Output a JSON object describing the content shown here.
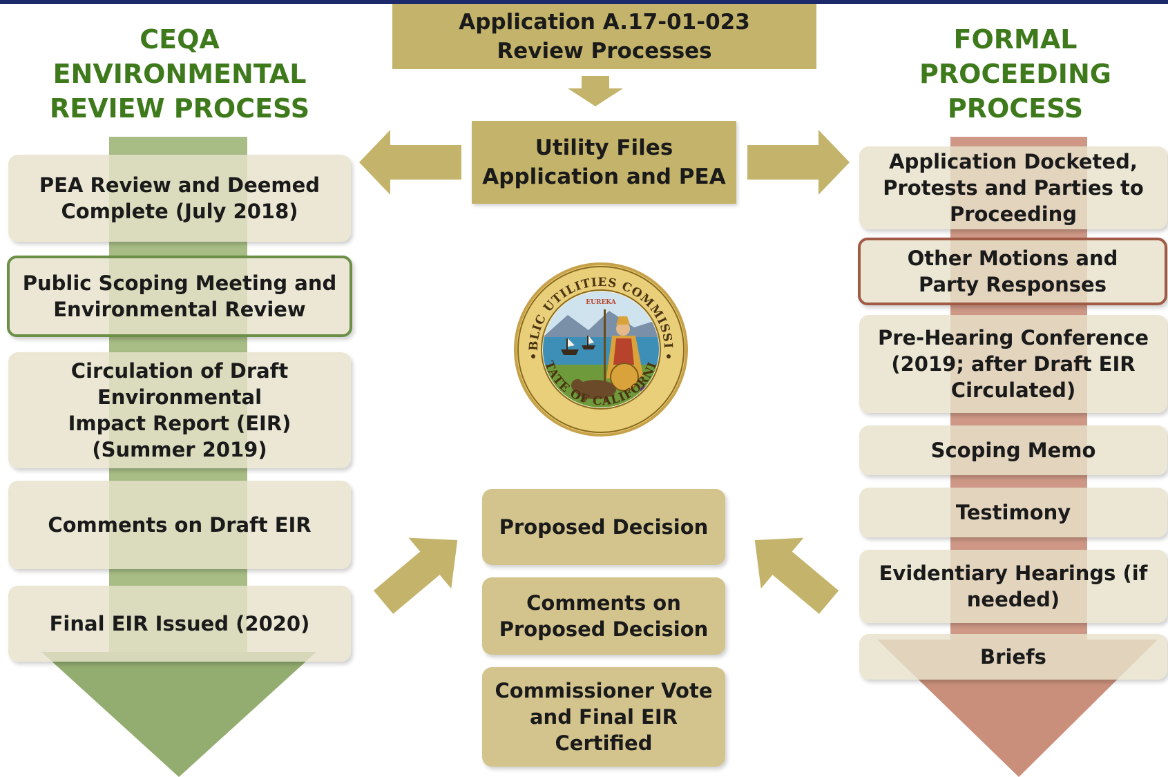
{
  "colors": {
    "banner": "#1c2a6b",
    "title_green": "#3e7a1c",
    "gold": "#c4b46b",
    "gold_card": "#d3c48e",
    "card_beige": "#e6e2cb",
    "green_arrow": "#9bb47a",
    "red_arrow": "#c88b78"
  },
  "header": {
    "title": "Application A.17-01-023\nReview Processes"
  },
  "utility": {
    "label": "Utility Files\nApplication and PEA"
  },
  "ceqa": {
    "title": "CEQA\nENVIRONMENTAL\nREVIEW PROCESS",
    "steps": [
      "PEA Review and Deemed\nComplete (July 2018)",
      "Public Scoping Meeting and\nEnvironmental Review",
      "Circulation of Draft\nEnvironmental\nImpact Report (EIR)\n(Summer 2019)",
      "Comments on Draft EIR",
      "Final EIR Issued (2020)"
    ]
  },
  "formal": {
    "title": "FORMAL\nPROCEEDING\nPROCESS",
    "steps": [
      "Application Docketed,\nProtests and Parties to\nProceeding",
      "Other Motions and\nParty Responses",
      "Pre-Hearing Conference\n(2019; after Draft EIR\nCirculated)",
      "Scoping Memo",
      "Testimony",
      "Evidentiary Hearings (if\nneeded)",
      "Briefs"
    ]
  },
  "decision": {
    "steps": [
      "Proposed Decision",
      "Comments on\nProposed Decision",
      "Commissioner Vote\nand Final EIR\nCertified"
    ]
  },
  "seal": {
    "icon": "california-puc-seal-icon",
    "ring_text": "PUBLIC UTILITIES COMMISSION",
    "bottom_text": "STATE OF CALIFORNIA",
    "motto": "EUREKA"
  }
}
